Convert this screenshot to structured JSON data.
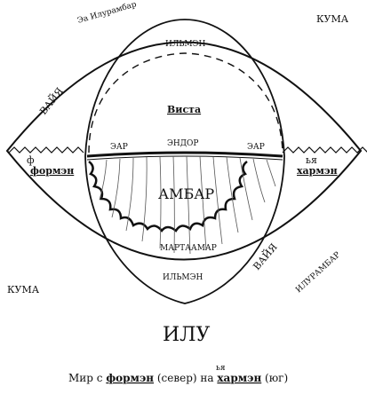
{
  "labels": {
    "kuma_top": "КУМА",
    "kuma_bottom": "КУМА",
    "ilu": "ИЛУ",
    "ea_ilurambar": "Эа Илурамбар",
    "ilurambar": "ИЛУРАМБАР",
    "vayya_top": "ВАЙЯ",
    "vayya_bottom": "ВАЙЯ",
    "ilmen_top": "ИЛЬМЭН",
    "ilmen_bottom": "ИЛЬМЭН",
    "vista": "Виста",
    "endor": "ЭНДОР",
    "ear_left": "ЭАР",
    "ear_right": "ЭАР",
    "ambar": "АМБАР",
    "martaamar": "МАРТААМАР",
    "formen": "формэн",
    "formen_rune": "ф",
    "harmen": "хармэн",
    "harmen_rune": "ья"
  },
  "caption": {
    "prefix": "Мир с ",
    "formen": "формэн",
    "middle1": " (север) на ",
    "harmen_rune": "ья",
    "harmen": "хармэн",
    "suffix": " (юг)"
  }
}
